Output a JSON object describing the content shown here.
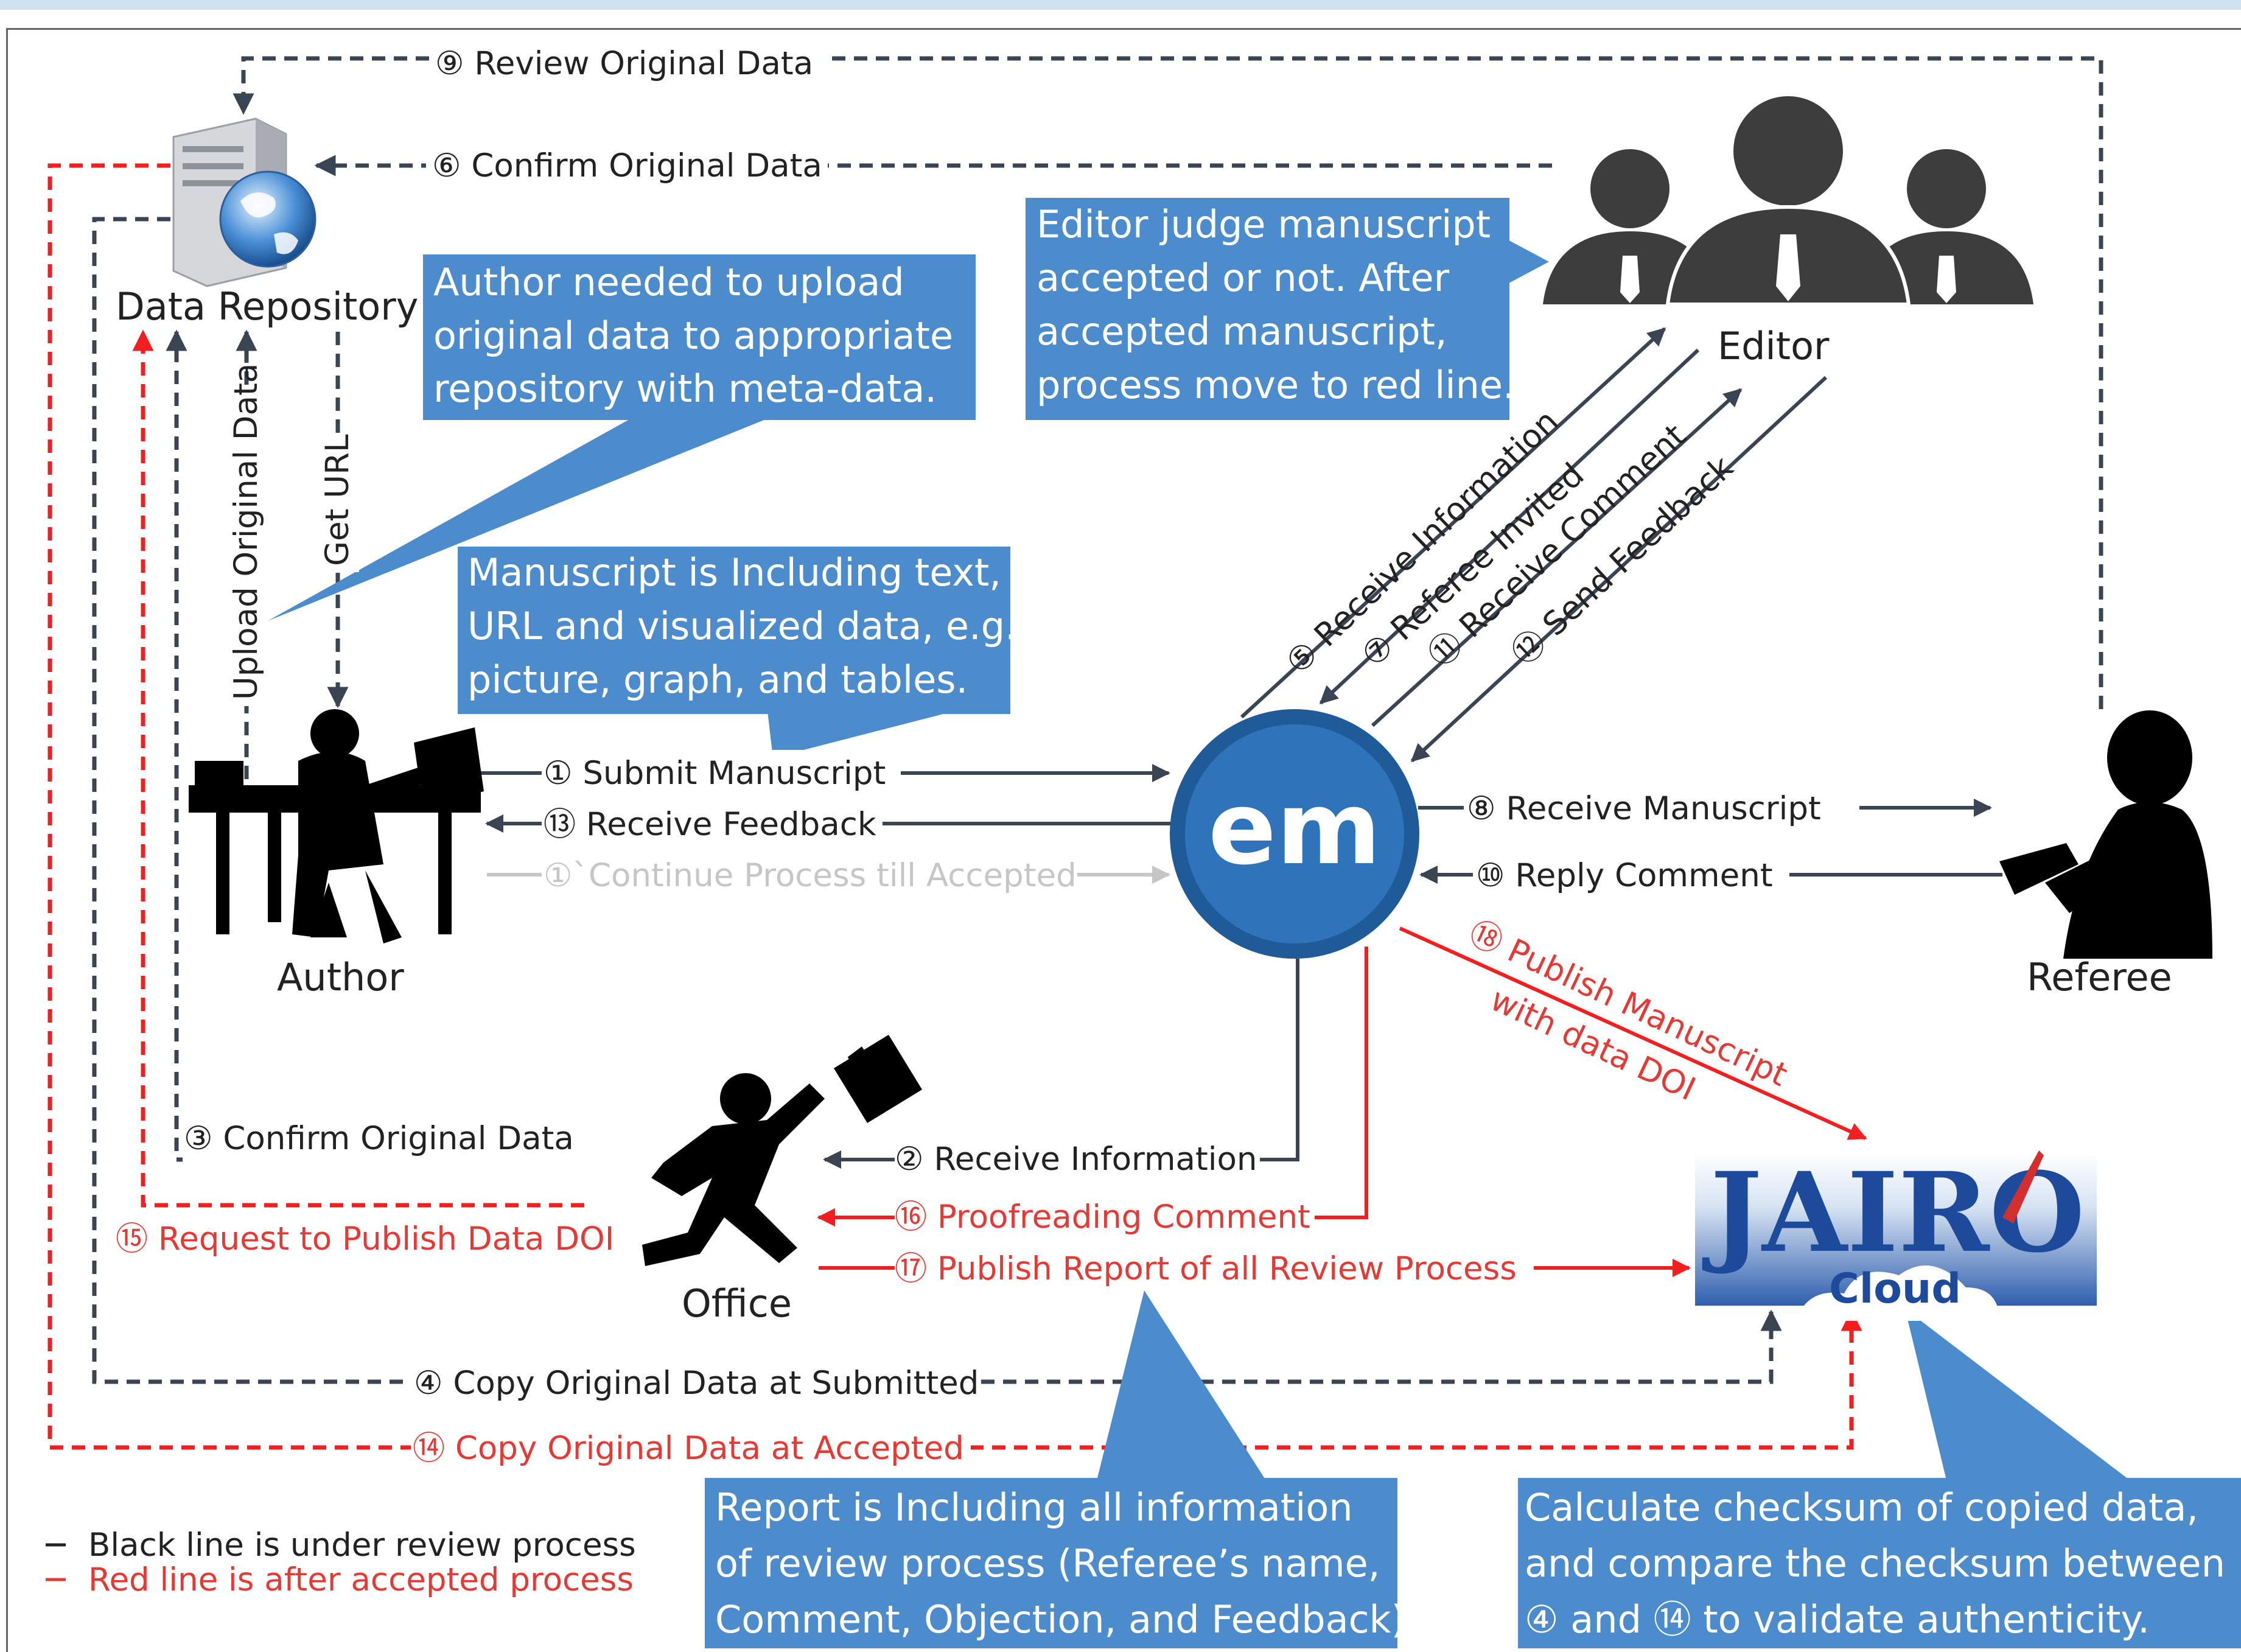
{
  "colors": {
    "black_line": "#3a4452",
    "red_line": "#f11f1f",
    "grey_line": "#c6c6c6",
    "callout_fill": "#4c8ccc",
    "em_fill": "#2a6db2",
    "jairo_fill": "#1d4a9a"
  },
  "actors": {
    "data_repository": "Data Repository",
    "author": "Author",
    "editor": "Editor",
    "referee": "Referee",
    "office": "Office",
    "em_logo": "em",
    "jairo_logo": "JAIRO",
    "jairo_sub": "Cloud"
  },
  "steps": {
    "s1": "① Submit Manuscript",
    "s1b": "①`Continue Process till Accepted",
    "s2": "② Receive Information",
    "s3": "③ Confirm Original Data",
    "s4": "④ Copy Original Data at Submitted",
    "s5": "⑤ Receive Information",
    "s6": "⑥ Confirm Original Data",
    "s7": "⑦ Referee Invited",
    "s8": "⑧ Receive Manuscript",
    "s9": "⑨ Review Original Data",
    "s10": "⑩ Reply Comment",
    "s11": "⑪ Receive Comment",
    "s12": "⑫ Send Feedback",
    "s13": "⑬ Receive Feedback",
    "s14": "⑭ Copy Original Data at Accepted",
    "s15": "⑮ Request to Publish Data DOI",
    "s16": "⑯ Proofreading  Comment",
    "s17": "⑰ Publish Report of all Review Process",
    "s18a": "⑱ Publish Manuscript",
    "s18b": "with data DOI",
    "upload": "Upload Original Data",
    "get_url": "Get URL"
  },
  "callouts": {
    "author_upload": [
      "Author   needed   to   upload",
      "original data to appropriate",
      "repository with meta-data."
    ],
    "editor_judge": [
      "Editor judge manuscript",
      "accepted or not. After",
      "accepted manuscript,",
      "process move to red line."
    ],
    "manuscript": [
      "Manuscript is Including text,",
      "URL and visualized data, e.g.",
      "picture, graph, and tables."
    ],
    "report": [
      "Report   is Including all information",
      "of review process  (Referee’s name,",
      "Comment, Objection, and Feedback)"
    ],
    "checksum": [
      "Calculate  checksum  of  copied  data,",
      "and compare  the checksum between",
      "④ and ⑭ to validate authenticity."
    ]
  },
  "legend": {
    "black": "Black line is under review process",
    "red": "Red line is after accepted process"
  }
}
